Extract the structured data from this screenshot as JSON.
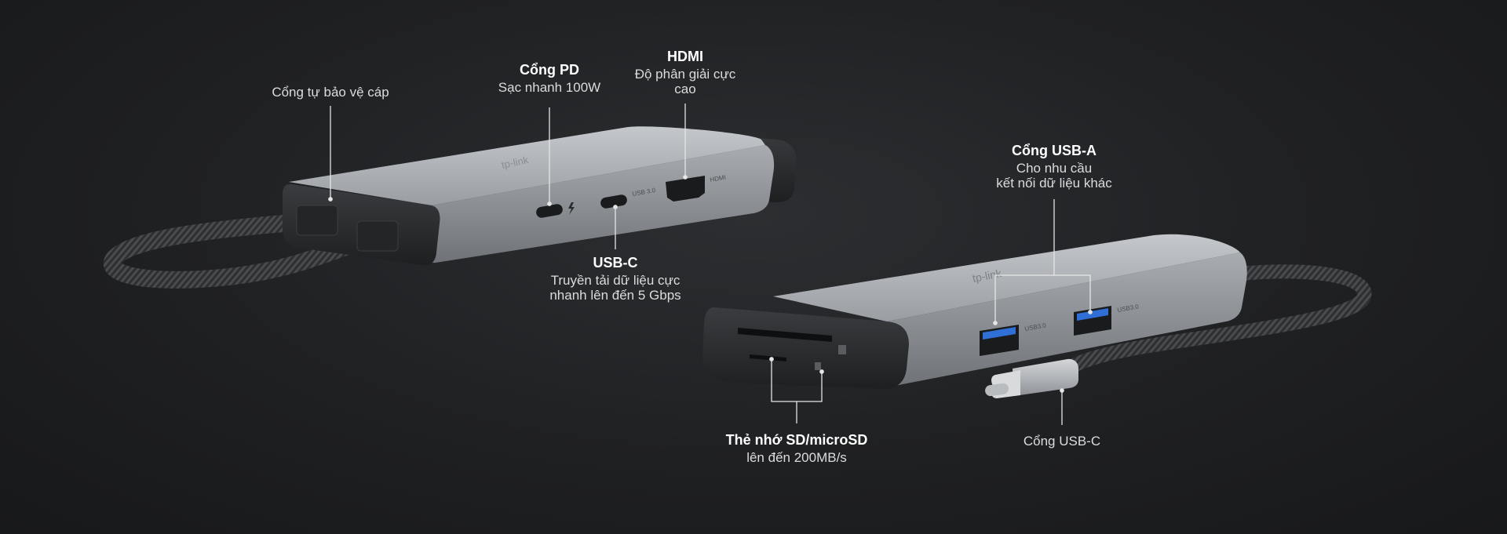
{
  "brand": "tp-link",
  "colors": {
    "background": "#1f2022",
    "label_text": "#dcdcdc",
    "label_title": "#ffffff",
    "hub_body": "#9ea2a7",
    "hub_end": "#2b2d30",
    "cable": "#3a3b3d"
  },
  "port_marks": {
    "usb_c_mark": "USB 3.0",
    "hdmi_mark": "HDMI",
    "usb_a_mark_1": "USB3.0",
    "usb_a_mark_2": "USB3.0"
  },
  "callouts": {
    "cable_port": {
      "title": "",
      "lines": [
        "Cổng tự bảo vệ cáp"
      ]
    },
    "pd_port": {
      "title": "Cổng PD",
      "lines": [
        "Sạc nhanh 100W"
      ]
    },
    "hdmi": {
      "title": "HDMI",
      "lines": [
        "Độ phân giải cực",
        "cao"
      ]
    },
    "usb_c": {
      "title": "USB-C",
      "lines": [
        "Truyền tải dữ liệu cực",
        "nhanh lên đến 5 Gbps"
      ]
    },
    "usb_a": {
      "title": "Cổng USB-A",
      "lines": [
        "Cho nhu cầu",
        "kết nối dữ liệu khác"
      ]
    },
    "sd_card": {
      "title": "Thẻ nhớ SD/microSD",
      "lines": [
        "lên đến 200MB/s"
      ]
    },
    "usb_c_plug": {
      "title": "",
      "lines": [
        "Cổng USB-C"
      ]
    }
  }
}
